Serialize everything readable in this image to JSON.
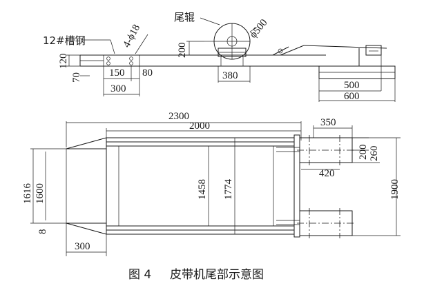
{
  "top_view": {
    "labels": {
      "tail_roller": "尾辊",
      "channel_steel": "12#槽钢",
      "bolt_holes": "4-ϕ18",
      "roller_diameter": "ϕ500"
    },
    "dims": {
      "d120": "120",
      "d70": "70",
      "d150": "150",
      "d80": "80",
      "d300": "300",
      "d200": "200",
      "d380": "380",
      "d500": "500",
      "d600": "600"
    }
  },
  "plan_view": {
    "dims": {
      "d2300": "2300",
      "d2000": "2000",
      "d350": "350",
      "d200": "200",
      "d260": "260",
      "d420": "420",
      "d1458": "1458",
      "d1774": "1774",
      "d1616": "1616",
      "d1600": "1600",
      "d1900": "1900",
      "d8": "8",
      "d300": "300"
    }
  },
  "caption": {
    "number": "图 4",
    "title": "皮带机尾部示意图"
  }
}
